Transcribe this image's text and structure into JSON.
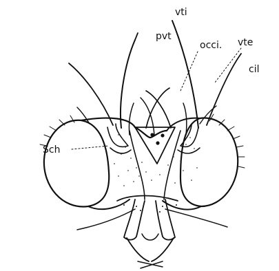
{
  "figure": {
    "labels": {
      "vti": "vti",
      "pvt": "pvt",
      "occi": "occi.",
      "vte": "vte",
      "cil": "cil",
      "sch": "Sch"
    }
  }
}
